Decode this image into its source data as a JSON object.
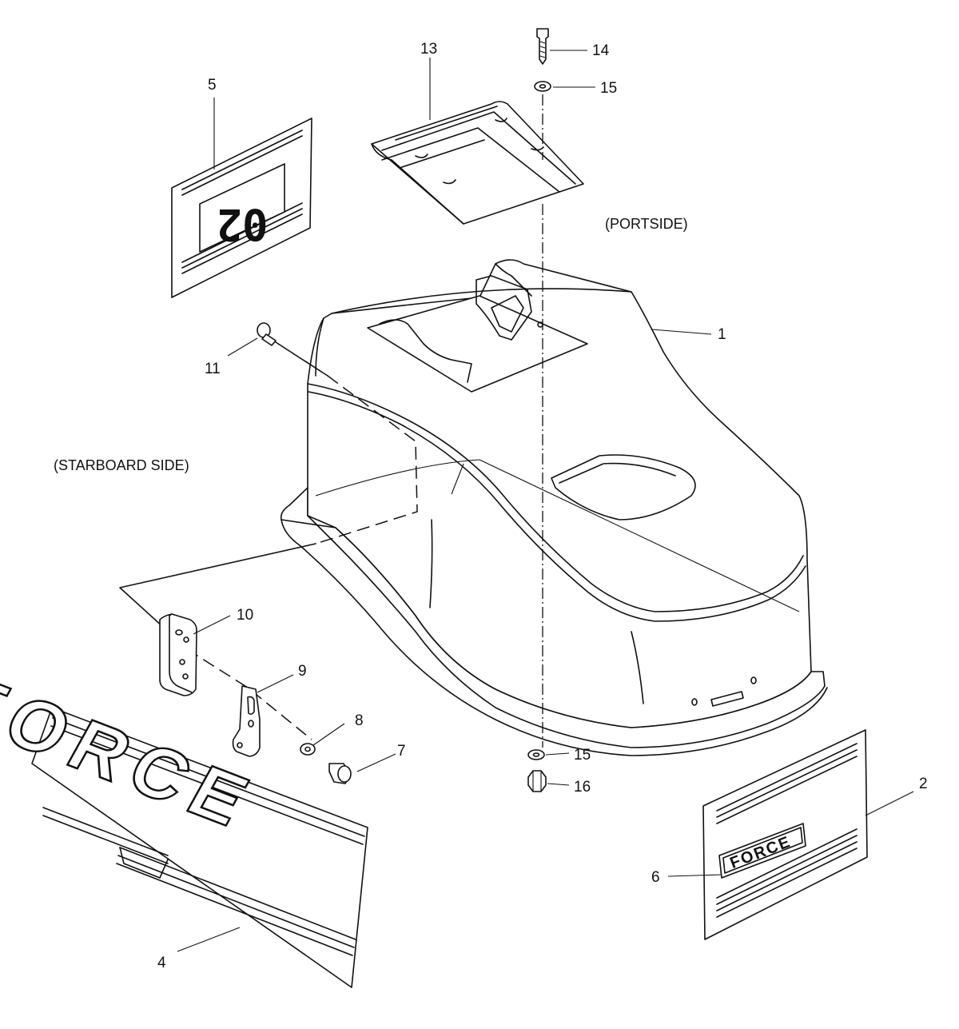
{
  "labels": {
    "portside": "(PORTSIDE)",
    "starboard": "(STARBOARD SIDE)"
  },
  "callouts": {
    "c1": "1",
    "c2": "2",
    "c4": "4",
    "c5": "5",
    "c6": "6",
    "c7": "7",
    "c8": "8",
    "c9": "9",
    "c10": "10",
    "c11": "11",
    "c13": "13",
    "c14": "14",
    "c15_top": "15",
    "c15_bottom": "15",
    "c16": "16"
  },
  "decals": {
    "hp_number": "02",
    "brand_large": "FORCE",
    "brand_small": "FORCE"
  }
}
